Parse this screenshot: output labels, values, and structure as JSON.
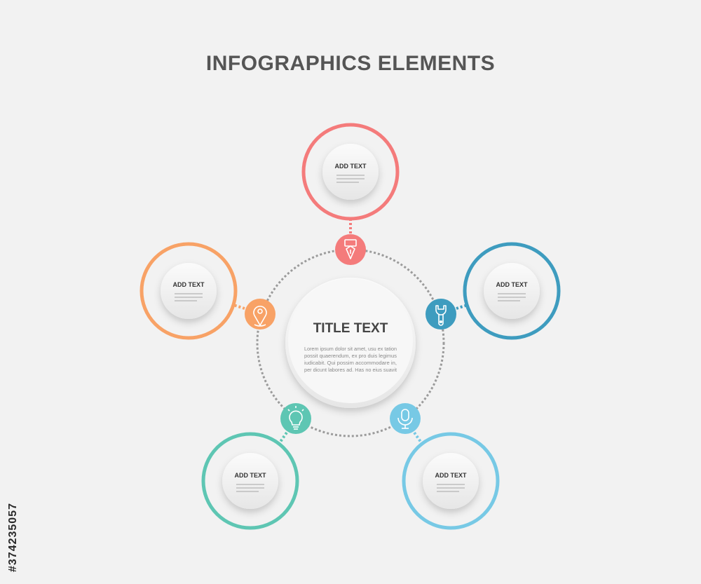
{
  "header": {
    "title": "INFOGRAPHICS ELEMENTS"
  },
  "center": {
    "title": "TITLE TEXT",
    "body_lines": [
      "Lorem ipsum dolor sit amet, usu ex tation",
      "possit quaerendum, ex pro duis legimus",
      "iudicabit. Qui possim accommodare in,",
      "per dicunt labores ad. Has no eius suavit"
    ]
  },
  "nodes": [
    {
      "label": "ADD TEXT",
      "color": "#f47b7b",
      "icon": "pen-nib-icon"
    },
    {
      "label": "ADD TEXT",
      "color": "#3e9cbf",
      "icon": "wrench-icon"
    },
    {
      "label": "ADD TEXT",
      "color": "#77c9e5",
      "icon": "microphone-icon"
    },
    {
      "label": "ADD TEXT",
      "color": "#5ec6b3",
      "icon": "lightbulb-icon"
    },
    {
      "label": "ADD TEXT",
      "color": "#f8a266",
      "icon": "location-pin-icon"
    }
  ],
  "watermark": {
    "id": "#374235057"
  }
}
